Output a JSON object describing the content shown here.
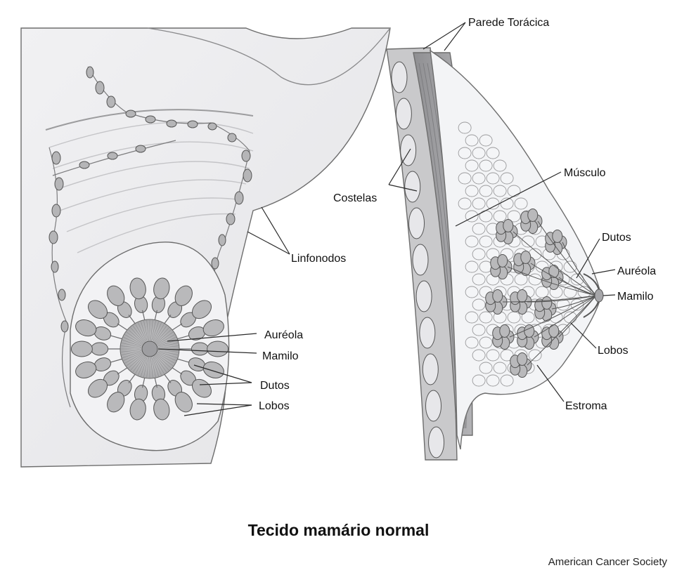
{
  "title": "Tecido mamário normal",
  "credit": "American Cancer Society",
  "front_view": {
    "labels": {
      "lymph_nodes": "Linfonodos",
      "areola": "Auréola",
      "nipple": "Mamilo",
      "ducts": "Dutos",
      "lobes": "Lobos"
    }
  },
  "side_view": {
    "labels": {
      "chest_wall": "Parede Torácica",
      "ribs": "Costelas",
      "muscle": "Músculo",
      "ducts": "Dutos",
      "areola": "Auréola",
      "nipple": "Mamilo",
      "lobes": "Lobos",
      "stroma": "Estroma"
    }
  },
  "colors": {
    "skin": "#ededef",
    "tissue": "#b9b9bb",
    "outline": "#6d6d6d"
  }
}
